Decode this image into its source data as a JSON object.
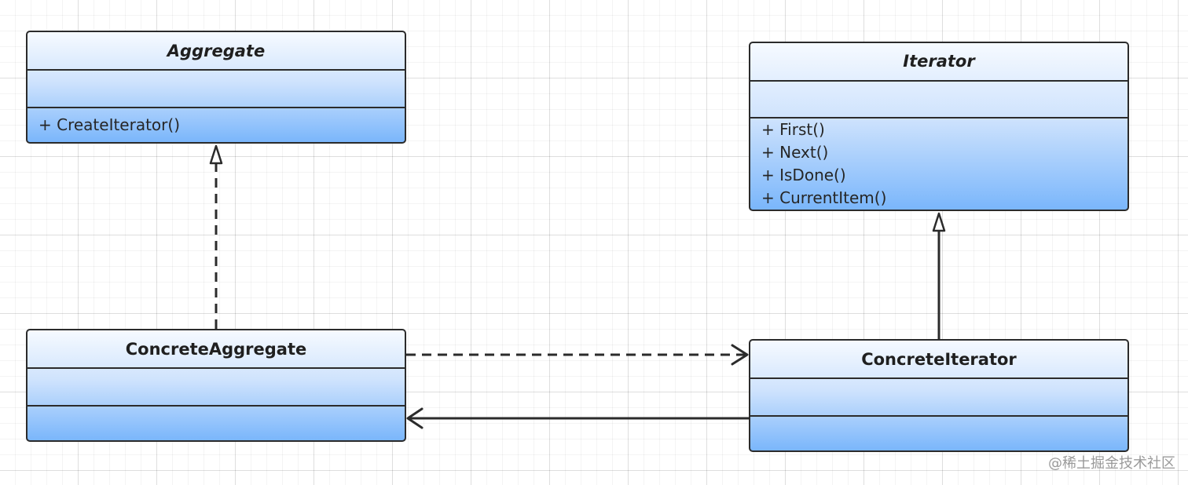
{
  "classes": {
    "aggregate": {
      "name": "Aggregate",
      "methods": [
        "+ CreateIterator()"
      ]
    },
    "iterator": {
      "name": "Iterator",
      "methods": [
        "+ First()",
        "+ Next()",
        "+ IsDone()",
        "+ CurrentItem()"
      ]
    },
    "concrete_aggregate": {
      "name": "ConcreteAggregate"
    },
    "concrete_iterator": {
      "name": "ConcreteIterator"
    }
  },
  "watermark": "@稀土掘金技术社区",
  "colors": {
    "border": "#2b2b2b",
    "fill_top": "#f6faff",
    "fill_bottom": "#7ab6fb"
  }
}
